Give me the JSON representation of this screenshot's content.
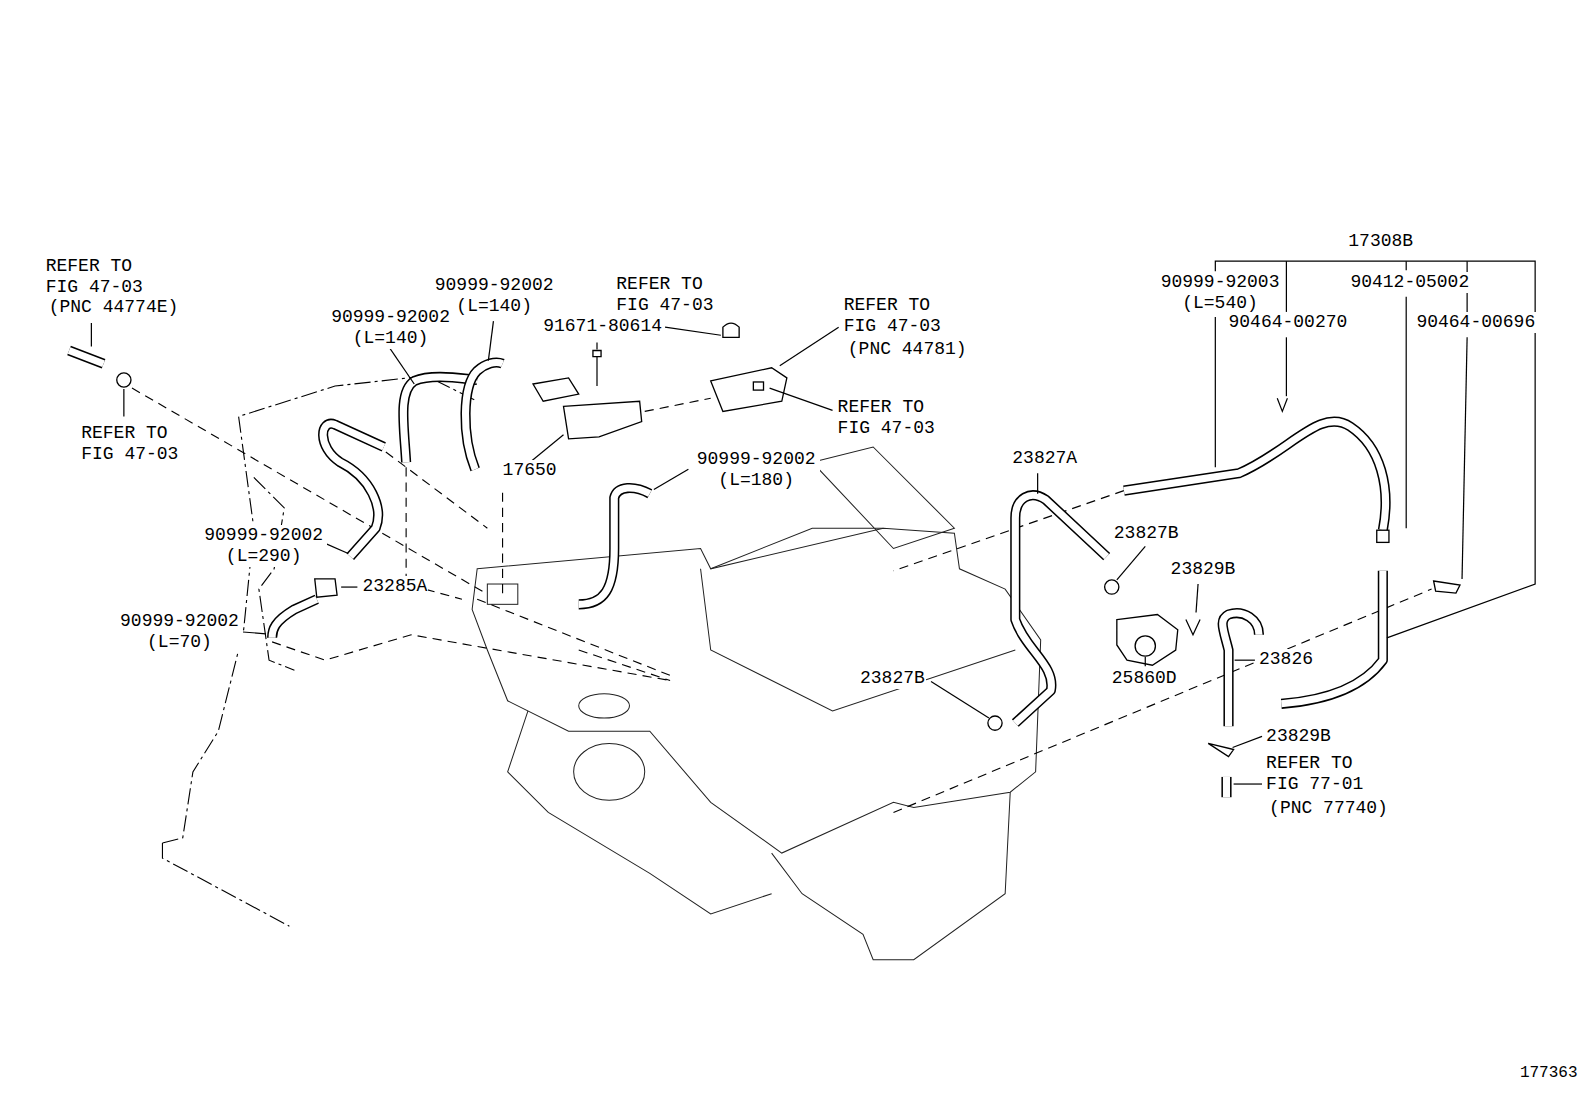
{
  "diagram": {
    "labels": [
      "17308B",
      "REFER TO FIG 47-03",
      "(PNC 44774E)",
      "90999-92002 (L=140)",
      "REFER TO FIG 47-03",
      "90999-92003 (L=540)",
      "90412-05002",
      "REFER TO FIG 47-03",
      "(PNC 44781)",
      "90999-92002 (L=140)",
      "91671-80614",
      "90464-00270",
      "90464-00696",
      "REFER TO FIG 47-03",
      "REFER TO FIG 47-03",
      "23827A",
      "90999-92002 (L=180)",
      "17650",
      "23827B",
      "90999-92002 (L=290)",
      "23829B",
      "23285A",
      "90999-92002 (L=70)",
      "23826",
      "23827B",
      "25860D",
      "23829B",
      "REFER TO FIG 77-01",
      "(PNC 77740)",
      "177363"
    ]
  }
}
